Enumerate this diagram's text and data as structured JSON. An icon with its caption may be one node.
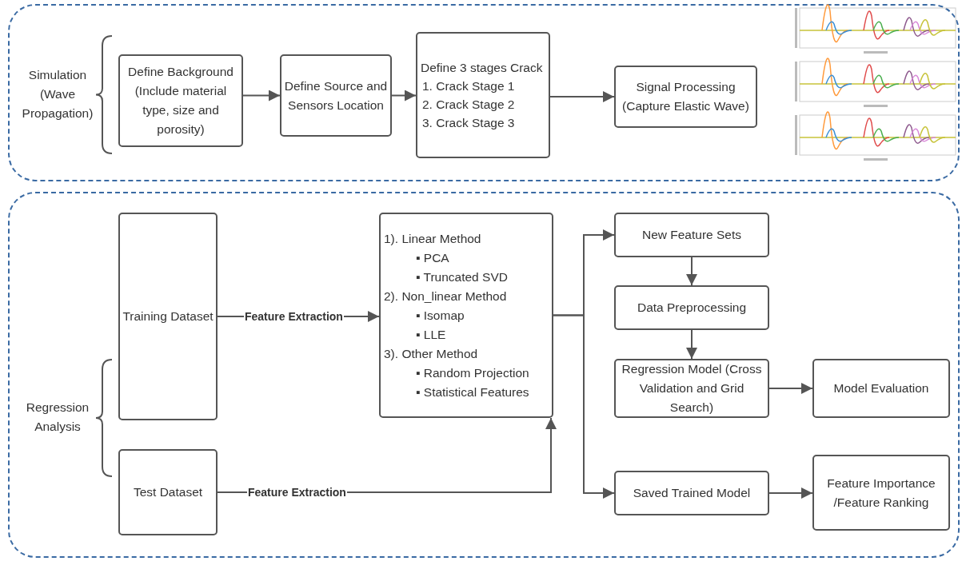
{
  "diagram": {
    "nodes": [
      {
        "text": [
          "Simulation (Wave Propagation)"
        ]
      },
      {
        "text": [
          "Define Background (Include material type, size and porosity)"
        ],
        "in": 0
      },
      {
        "text": [
          "Define Source and Sensors Location"
        ],
        "in": 0
      },
      {
        "text": [
          "Define 3 stages Crack",
          "1. Crack Stage 1",
          "2. Crack Stage 2",
          "3. Crack Stage 3"
        ],
        "in": 0
      },
      {
        "text": [
          "Signal Processing (Capture Elastic Wave)"
        ],
        "in": 0
      },
      {
        "text": [
          "Regression Analysis"
        ]
      },
      {
        "text": [
          "Training Dataset"
        ],
        "in": 5
      },
      {
        "text": [
          "Test Dataset"
        ],
        "in": 5
      },
      {
        "text": [
          "1). Linear Method",
          "▪ PCA",
          "▪ Truncated SVD",
          "2). Non_linear Method",
          "▪ Isomap",
          "▪ LLE",
          "3). Other Method",
          "▪ Random Projection",
          "▪ Statistical Features"
        ],
        "in": 5
      },
      {
        "text": [
          "New Feature Sets"
        ],
        "in": 5
      },
      {
        "text": [
          "Data Preprocessing"
        ],
        "in": 5
      },
      {
        "text": [
          "Regression Model (Cross Validation and Grid Search)"
        ],
        "in": 5
      },
      {
        "text": [
          "Model Evaluation"
        ],
        "in": 5
      },
      {
        "text": [
          "Saved Trained Model"
        ],
        "in": 5
      },
      {
        "text": [
          "Feature Importance /Feature Ranking"
        ],
        "in": 5
      }
    ],
    "edges": [
      {
        "from": 1,
        "to": 2,
        "arrow": "to"
      },
      {
        "from": 2,
        "to": 3,
        "arrow": "to"
      },
      {
        "from": 3,
        "to": 4,
        "arrow": "to"
      },
      {
        "from": 6,
        "to": 8,
        "arrow": "to",
        "label": "Feature Extraction"
      },
      {
        "from": 7,
        "to": 8,
        "arrow": "to",
        "label": "Feature Extraction"
      },
      {
        "from": 8,
        "to": 9,
        "arrow": "to"
      },
      {
        "from": 8,
        "to": 13,
        "arrow": "to"
      },
      {
        "from": 9,
        "to": 10,
        "arrow": "to"
      },
      {
        "from": 10,
        "to": 11,
        "arrow": "to"
      },
      {
        "from": 11,
        "to": 12,
        "arrow": "to"
      },
      {
        "from": 13,
        "to": 14,
        "arrow": "to"
      }
    ]
  }
}
